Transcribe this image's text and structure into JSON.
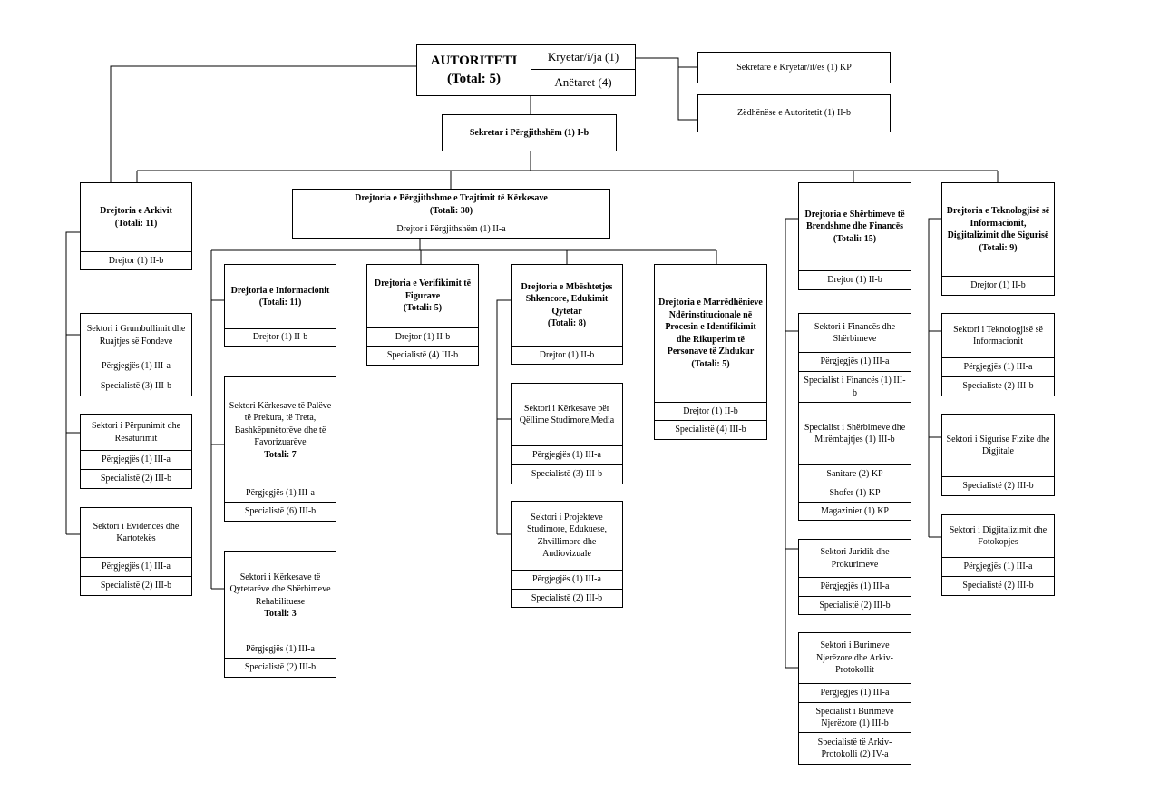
{
  "authority": {
    "title": "AUTORITETI",
    "total": "(Total: 5)",
    "chair": "Kryetar/i/ja (1)",
    "members": "Anëtaret (4)"
  },
  "staff": {
    "secretary_chair": "Sekretare e Kryetar/it/es (1) KP",
    "spokesperson": "Zëdhënëse e Autoritetit (1) II-b",
    "secretary_general": "Sekretar i Përgjithshëm (1) I-b"
  },
  "archive": {
    "title": "Drejtoria e Arkivit",
    "total": "(Totali: 11)",
    "director": "Drejtor (1) II-b",
    "sectors": [
      {
        "name": "Sektori i Grumbullimit dhe Ruajtjes së Fondeve",
        "rows": [
          "Përgjegjës (1) III-a",
          "Specialistë (3) III-b"
        ]
      },
      {
        "name": "Sektori i Përpunimit dhe Resaturimit",
        "rows": [
          "Përgjegjës (1) III-a",
          "Specialistë (2) III-b"
        ]
      },
      {
        "name": "Sektori i Evidencës dhe Kartotekës",
        "rows": [
          "Përgjegjës (1) III-a",
          "Specialistë (2) III-b"
        ]
      }
    ]
  },
  "general_directorate": {
    "title": "Drejtoria e Përgjithshme e Trajtimit të Kërkesave",
    "total": "(Totali: 30)",
    "director": "Drejtor i Përgjithshëm (1) II-a"
  },
  "information": {
    "title": "Drejtoria e Informacionit",
    "total": "(Totali: 11)",
    "director": "Drejtor (1) II-b",
    "sectors": [
      {
        "name": "Sektori Kërkesave të Palëve të Prekura, të Treta, Bashkëpunëtorëve dhe të Favorizuarëve",
        "total": "Totali: 7",
        "rows": [
          "Përgjegjës (1) III-a",
          "Specialistë (6) III-b"
        ]
      },
      {
        "name": "Sektori i Kërkesave të Qytetarëve dhe Shërbimeve Rehabilituese",
        "total": "Totali: 3",
        "rows": [
          "Përgjegjës (1) III-a",
          "Specialistë (2) III-b"
        ]
      }
    ]
  },
  "verification": {
    "title": "Drejtoria e Verifikimit të Figurave",
    "total": "(Totali: 5)",
    "rows": [
      "Drejtor (1) II-b",
      "Specialistë (4) III-b"
    ]
  },
  "support": {
    "title": "Drejtoria e Mbështetjes Shkencore, Edukimit Qytetar",
    "total": "(Totali: 8)",
    "director": "Drejtor (1) II-b",
    "sectors": [
      {
        "name": "Sektori i Kërkesave për Qëllime Studimore,Media",
        "rows": [
          "Përgjegjës (1) III-a",
          "Specialistë (3) III-b"
        ]
      },
      {
        "name": "Sektori i Projekteve Studimore, Edukuese, Zhvillimore dhe Audiovizuale",
        "rows": [
          "Përgjegjës (1) III-a",
          "Specialistë (2) III-b"
        ]
      }
    ]
  },
  "relations": {
    "title": "Drejtoria e Marrëdhënieve Ndërinstitucionale në Procesin e Identifikimit dhe Rikuperim të Personave të Zhdukur",
    "total": "(Totali: 5)",
    "rows": [
      "Drejtor (1) II-b",
      "Specialistë (4) III-b"
    ]
  },
  "internal": {
    "title": "Drejtoria e Shërbimeve të Brendshme dhe Financës",
    "total": "(Totali: 15)",
    "director": "Drejtor (1) II-b",
    "finance": {
      "name": "Sektori i Financës dhe Shërbimeve",
      "rows": [
        "Përgjegjës (1) III-a",
        "Specialist i Financës (1) III-b",
        "Specialist i Shërbimeve dhe Mirëmbajtjes (1) III-b",
        "Sanitare (2) KP",
        "Shofer (1) KP",
        "Magazinier (1) KP"
      ]
    },
    "legal": {
      "name": "Sektori Juridik dhe Prokurimeve",
      "rows": [
        "Përgjegjës (1) III-a",
        "Specialistë (2) III-b"
      ]
    },
    "hr": {
      "name": "Sektori i Burimeve Njerëzore dhe Arkiv-Protokollit",
      "rows": [
        "Përgjegjës (1) III-a",
        "Specialist i Burimeve Njerëzore (1) III-b",
        "Specialistë të Arkiv-Protokolli (2) IV-a"
      ]
    }
  },
  "technology": {
    "title": "Drejtoria e Teknologjisë së Informacionit, Digjitalizimit dhe Sigurisë",
    "total": "(Totali: 9)",
    "director": "Drejtor (1) II-b",
    "sectors": [
      {
        "name": "Sektori i Teknologjisë së Informacionit",
        "rows": [
          "Përgjegjës (1) III-a",
          "Specialiste (2) III-b"
        ]
      },
      {
        "name": "Sektori i Sigurise Fizike dhe Digjitale",
        "rows": [
          "Specialistë (2) III-b"
        ]
      },
      {
        "name": "Sektori i Digjitalizimit dhe Fotokopjes",
        "rows": [
          "Përgjegjës (1) III-a",
          "Specialistë (2) III-b"
        ]
      }
    ]
  }
}
